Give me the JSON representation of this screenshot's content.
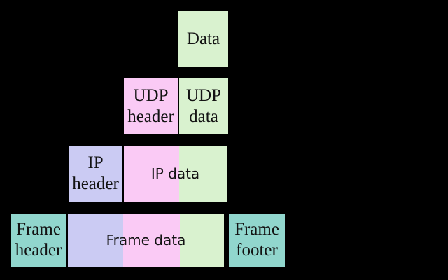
{
  "colors": {
    "background": "#000000",
    "border": "#000000",
    "text": "#131313",
    "green": "#d9f2cf",
    "pink": "#facaf5",
    "lavender": "#cbcbf3",
    "teal": "#91d6cd"
  },
  "encapsulation": {
    "data": {
      "label": "Data"
    },
    "udp_header": {
      "label": "UDP header"
    },
    "udp_data": {
      "label": "UDP data"
    },
    "ip_header": {
      "label": "IP header"
    },
    "ip_data": {
      "label": "IP data"
    },
    "frame_header": {
      "label": "Frame header"
    },
    "frame_data": {
      "label": "Frame data"
    },
    "frame_footer": {
      "label": "Frame footer"
    }
  }
}
